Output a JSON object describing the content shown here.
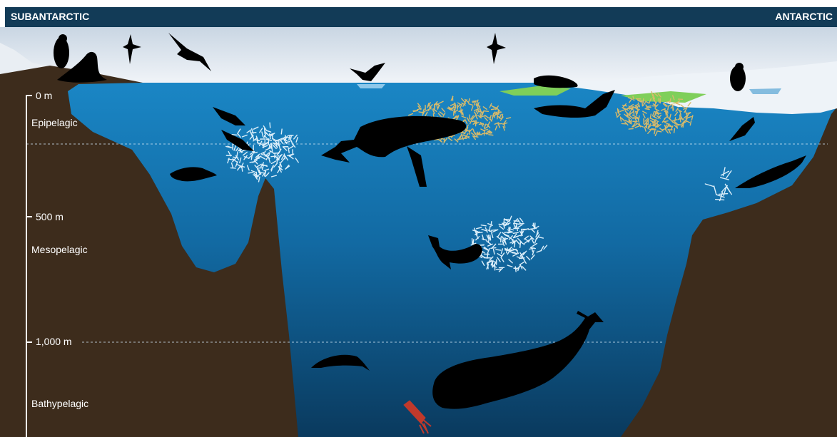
{
  "header": {
    "left_label": "SUBANTARCTIC",
    "right_label": "ANTARCTIC"
  },
  "depth_scale": {
    "ticks": [
      "0 m",
      "500 m",
      "1,000 m"
    ],
    "zones": [
      "Epipelagic",
      "Mesopelagic",
      "Bathypelagic"
    ]
  },
  "colors": {
    "header": "#123b57",
    "sky": "#dde6ef",
    "ocean_top": "#1678b4",
    "ocean_deep": "#0c3f63",
    "seafloor": "#3d2c1c",
    "krill": "#d8ba6a",
    "sea_ice_algae": "#7fcf5a",
    "squid": "#c0392b"
  },
  "icons": [
    "penguin-icon",
    "seal-icon",
    "albatross-icon",
    "petrel-icon",
    "whale-icon",
    "sperm-whale-icon",
    "beaked-whale-icon",
    "squid-icon",
    "fish-school-icon",
    "krill-swarm-icon"
  ]
}
